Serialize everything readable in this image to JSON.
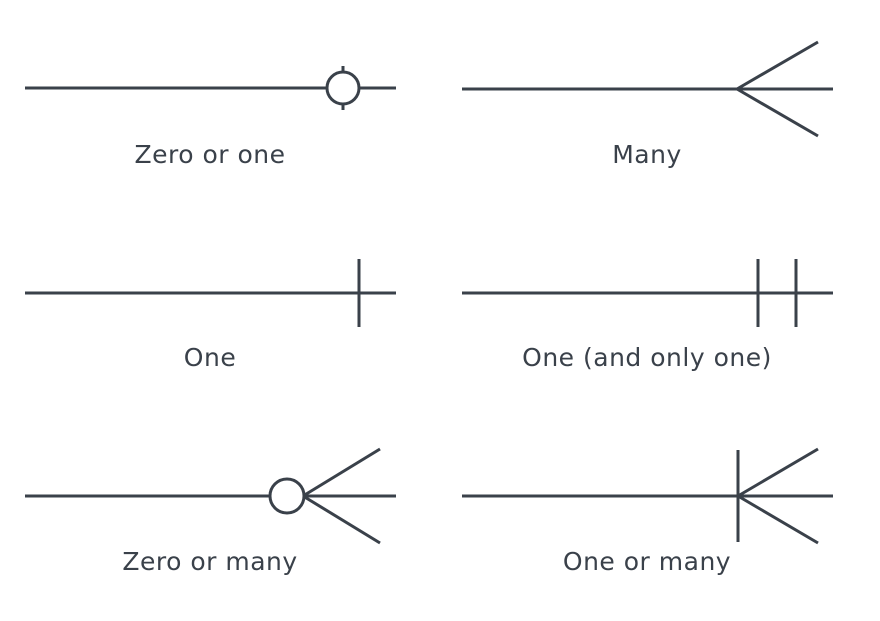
{
  "colors": {
    "line": "#3a414a",
    "background": "#ffffff"
  },
  "symbols": {
    "zero_or_one": {
      "label": "Zero or one"
    },
    "many": {
      "label": "Many"
    },
    "one": {
      "label": "One"
    },
    "one_and_only_one": {
      "label": "One (and only one)"
    },
    "zero_or_many": {
      "label": "Zero or many"
    },
    "one_or_many": {
      "label": "One or many"
    }
  }
}
